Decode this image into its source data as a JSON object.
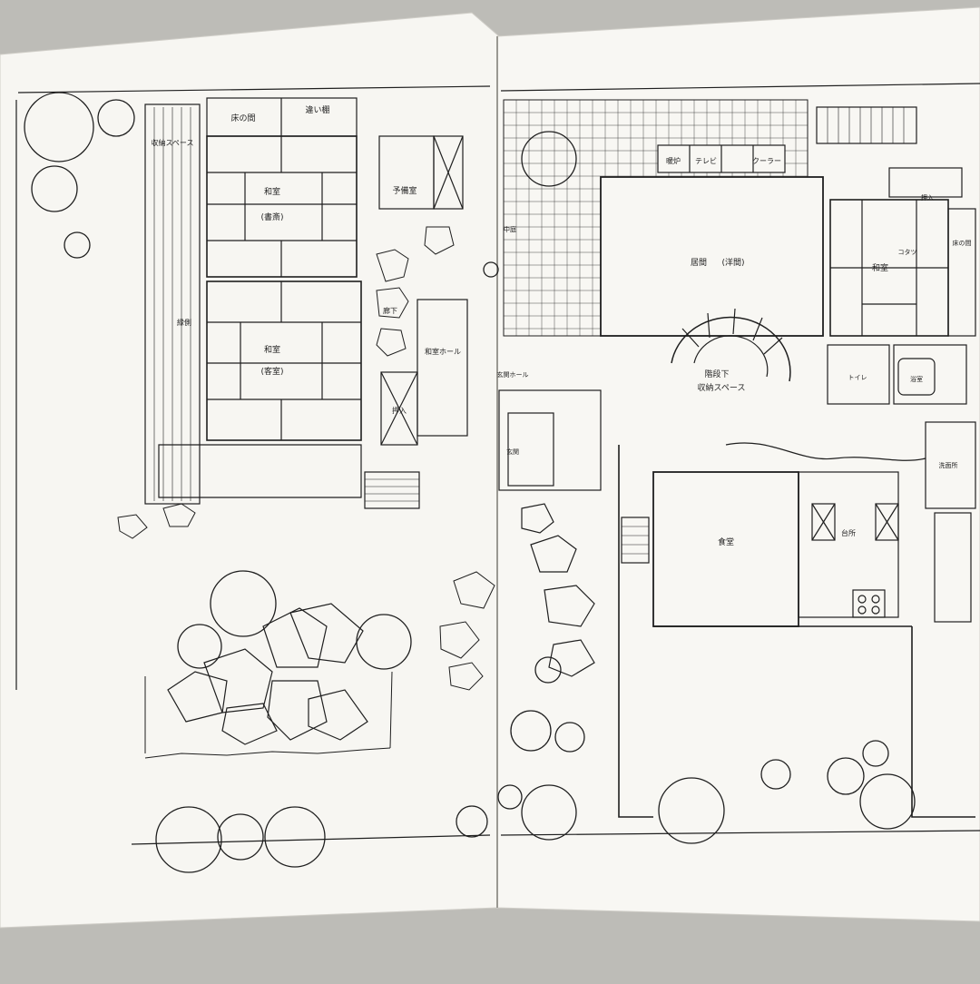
{
  "left_page": {
    "rooms": {
      "washitsu_top": {
        "name": "和室",
        "sub": "(書斎)"
      },
      "washitsu_bottom": {
        "name": "和室",
        "sub": "(客室)"
      },
      "toko": "床の間",
      "chigaidana": "違い棚",
      "storage": "収納スペース",
      "engawa": "縁側",
      "yobi": "予備室",
      "oshiire": "押入",
      "washitsu_hall": "和室ホール",
      "roka": "廊下",
      "niwa": "中庭"
    }
  },
  "right_page": {
    "rooms": {
      "ima": {
        "name": "居間",
        "sub": "(洋間)"
      },
      "danro": "暖炉",
      "terebi": "テレビ",
      "cooler": "クーラー",
      "washitsu": "和室",
      "kotatsu": "コタツ",
      "tokonoma": "床の間",
      "oshiire": "押入",
      "toilet": "トイレ",
      "yokushitsu": "浴室",
      "stair_under": "階段下",
      "stair_storage": "収納スペース",
      "genkan_hall": "玄関ホール",
      "genkan": "玄関",
      "shokudo": "食堂",
      "daidokoro": "台所",
      "senmenjo": "洗面所"
    }
  },
  "colors": {
    "paper": "#f7f6f2",
    "ink": "#1f1f1f",
    "backdrop": "#bdbcb7"
  }
}
